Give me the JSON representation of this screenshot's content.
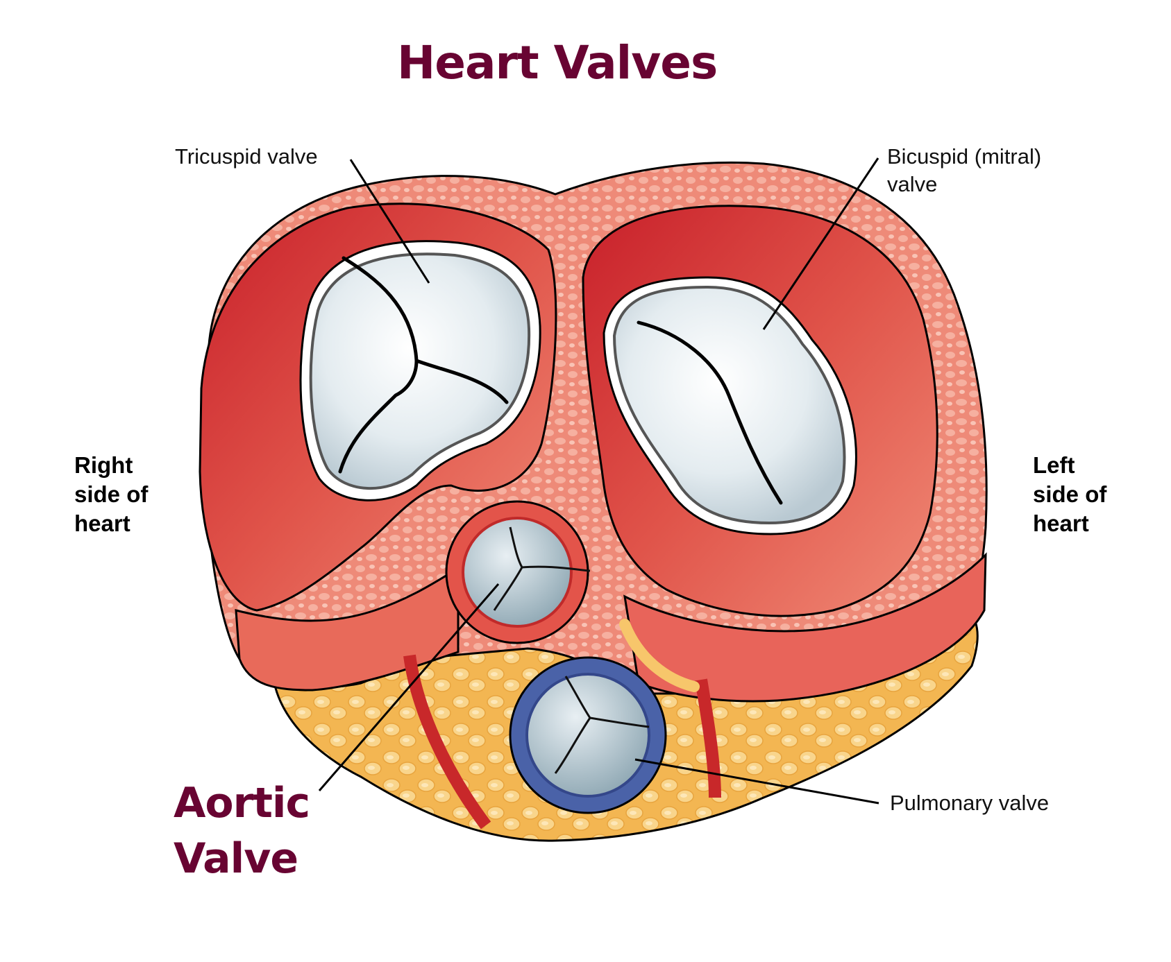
{
  "title": "Heart Valves",
  "labels": {
    "tricuspid": "Tricuspid valve",
    "bicuspid_line1": "Bicuspid (mitral)",
    "bicuspid_line2": "valve",
    "pulmonary": "Pulmonary valve",
    "aortic_line1": "Aortic",
    "aortic_line2": "Valve"
  },
  "sides": {
    "right": [
      "Right",
      "side of",
      "heart"
    ],
    "left": [
      "Left",
      "side of",
      "heart"
    ]
  },
  "colors": {
    "title": "#680432",
    "myocardium": "#e5524a",
    "myocardium_dark": "#c62a2a",
    "tissue": "#f19a86",
    "fat": "#f7c66b",
    "valve": "#d6e2e8",
    "pulmonary_ring": "#4a62a8"
  }
}
